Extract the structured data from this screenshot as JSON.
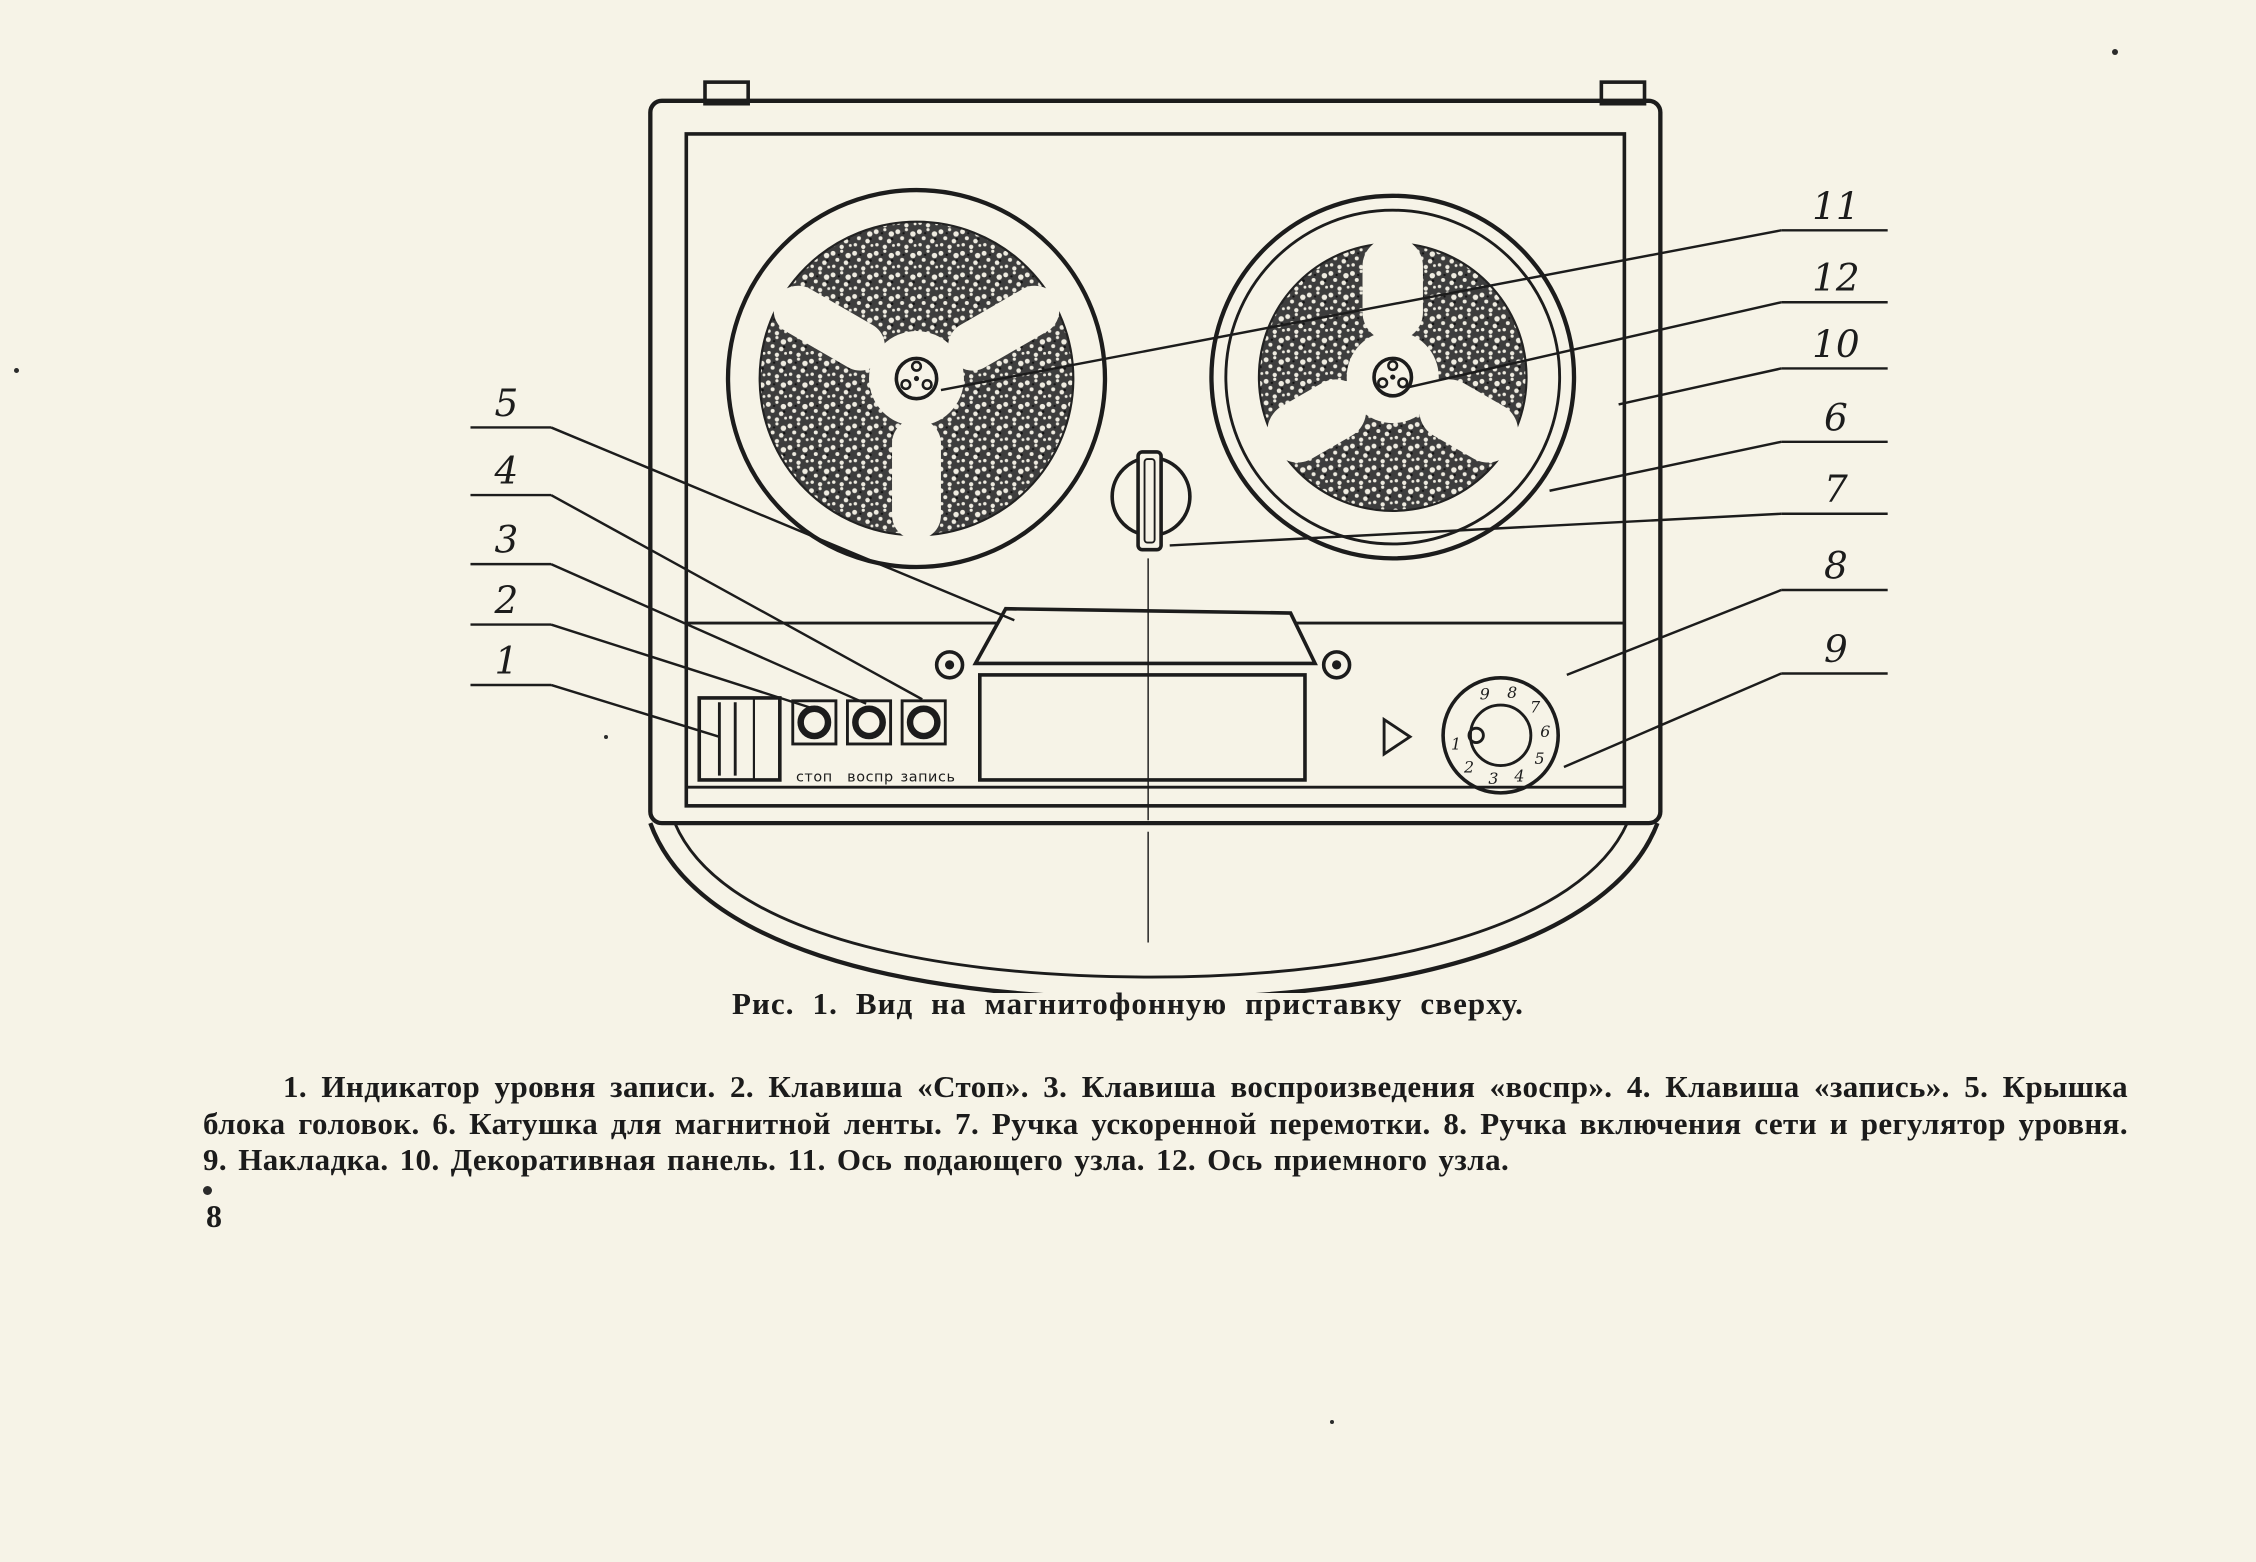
{
  "page": {
    "number": "8"
  },
  "figure": {
    "caption_prefix": "Рис. 1.",
    "caption_text": "Вид на магнитофонную приставку сверху."
  },
  "diagram": {
    "button_labels": [
      "стоп",
      "воспр",
      "запись"
    ],
    "dial_digits": [
      "1",
      "2",
      "3",
      "4",
      "5",
      "6",
      "7",
      "8",
      "9"
    ],
    "callouts": {
      "left": [
        "5",
        "4",
        "3",
        "2",
        "1"
      ],
      "right": [
        "11",
        "12",
        "10",
        "6",
        "7",
        "8",
        "9"
      ]
    }
  },
  "legend": {
    "items": [
      {
        "n": "1",
        "text": "Индикатор уровня записи."
      },
      {
        "n": "2",
        "text": "Клавиша «Стоп»."
      },
      {
        "n": "3",
        "text": "Клавиша воспроизведения «воспр»."
      },
      {
        "n": "4",
        "text": "Клавиша «запись»."
      },
      {
        "n": "5",
        "text": "Крышка блока головок."
      },
      {
        "n": "6",
        "text": "Катушка для магнитной ленты."
      },
      {
        "n": "7",
        "text": "Ручка ускоренной перемотки."
      },
      {
        "n": "8",
        "text": "Ручка включения сети и регулятор уровня."
      },
      {
        "n": "9",
        "text": "Накладка."
      },
      {
        "n": "10",
        "text": "Декоративная панель."
      },
      {
        "n": "11",
        "text": "Ось подающего узла."
      },
      {
        "n": "12",
        "text": "Ось приемного узла."
      }
    ]
  }
}
